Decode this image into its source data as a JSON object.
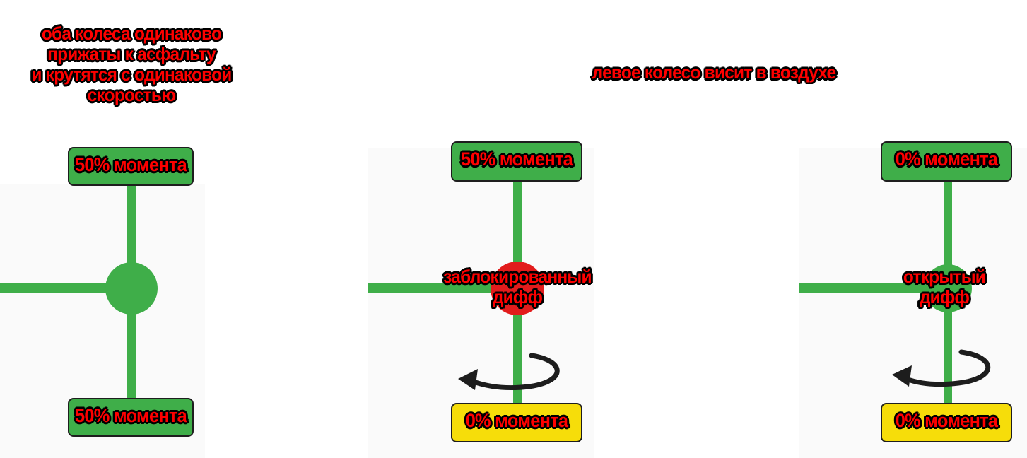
{
  "left_panel": {
    "caption_lines": [
      "оба колеса одинаково",
      "прижаты к асфальту",
      "и крутятся с одинаковой",
      "скоростью"
    ],
    "top_wheel_label": "50% момента",
    "bottom_wheel_label": "50% момента"
  },
  "right_caption": "левое колесо висит в воздухе",
  "middle_panel": {
    "top_wheel_label": "50% момента",
    "diff_label_lines": [
      "заблокированный",
      "дифф"
    ],
    "bottom_wheel_label": "0% момента"
  },
  "right_panel": {
    "top_wheel_label": "0% момента",
    "diff_label_lines": [
      "открытый",
      "дифф"
    ],
    "bottom_wheel_label": "0% момента"
  },
  "colors": {
    "shaft_green": "#3fae49",
    "wheel_loaded": "#3fae49",
    "wheel_spinning": "#f6dd0a",
    "locked_diff": "#e21c1c",
    "caption_text": "#ff0000"
  },
  "icons": [
    "rotation-arrow-icon"
  ]
}
